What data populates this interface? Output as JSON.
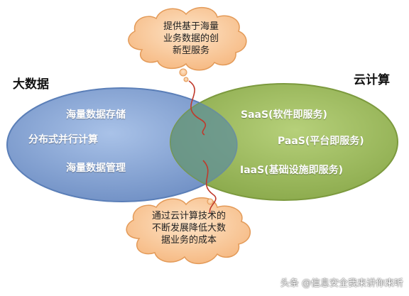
{
  "left_title": "大数据",
  "right_title": "云计算",
  "left_items": [
    "海量数据存储",
    "分布式并行计算",
    "海量数据管理"
  ],
  "right_items": [
    "SaaS(软件即服务)",
    "PaaS(平台即服务)",
    "IaaS(基础设施即服务)"
  ],
  "top_cloud_lines": [
    "提供基于海量",
    "业务数据的创",
    "新型服务"
  ],
  "bottom_cloud_lines": [
    "通过云计算技术的",
    "不断发展降低大数",
    "据业务的成本"
  ],
  "watermark": "头条 @信息安全我来讲你来听",
  "colors": {
    "left_ellipse": "#7f9fd0",
    "right_ellipse": "#9bbb59",
    "overlap": "#6f9a8c",
    "cloud_fill": "#f9c99a",
    "connector": "#c0392b"
  }
}
